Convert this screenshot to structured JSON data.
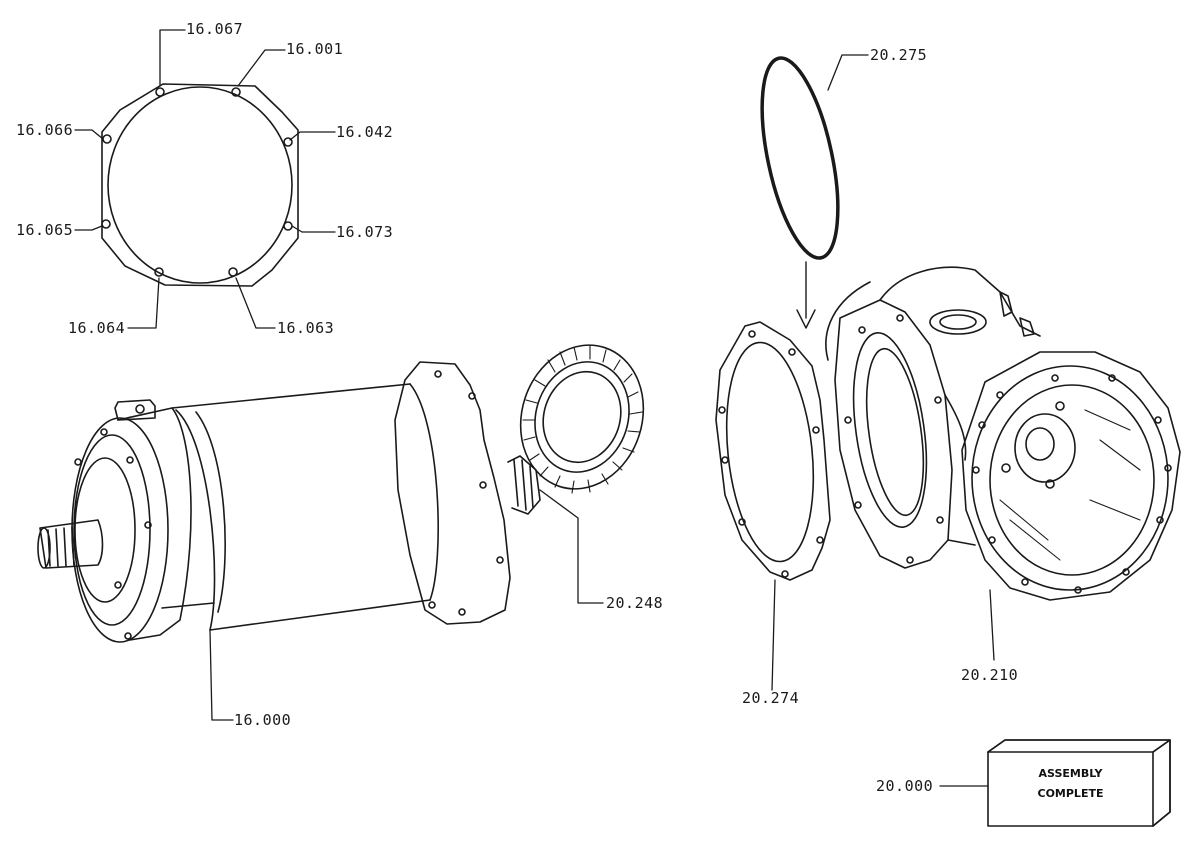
{
  "colors": {
    "ink": "#1a1a1a",
    "paper": "#ffffff"
  },
  "gasket_detail": {
    "labels": {
      "top_left": "16.067",
      "top_right": "16.001",
      "upper_left": "16.066",
      "upper_right": "16.042",
      "lower_left": "16.065",
      "lower_right": "16.073",
      "bottom_left": "16.064",
      "bottom_right": "16.063"
    }
  },
  "parts": {
    "motor": "16.000",
    "ring_gear": "20.248",
    "o_ring": "20.275",
    "gasket": "20.274",
    "housing": "20.210",
    "assembly": "20.000"
  },
  "assembly_box": {
    "line1": "ASSEMBLY",
    "line2": "COMPLETE"
  }
}
